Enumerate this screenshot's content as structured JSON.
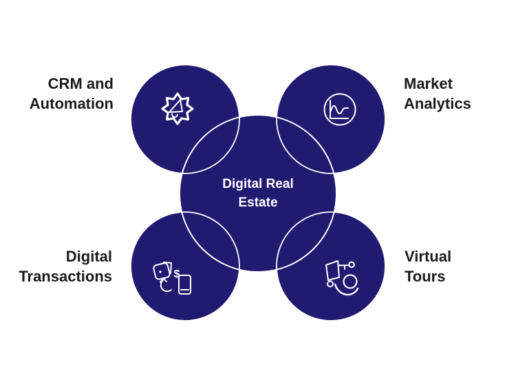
{
  "title": "Digital Real Estate",
  "colors": {
    "background": "#ffffff",
    "circle_fill": "#201b71",
    "circle_outline": "#ffffff",
    "label_text": "#1a1a1a",
    "center_text": "#ffffff",
    "icon_stroke": "#ffffff"
  },
  "center": {
    "label": "Digital Real\nEstate"
  },
  "nodes": [
    {
      "id": "crm-automation",
      "label": "CRM and\nAutomation",
      "icon": "gear-megaphone-icon",
      "position": "top-left"
    },
    {
      "id": "market-analytics",
      "label": "Market\nAnalytics",
      "icon": "line-chart-circle-icon",
      "position": "top-right"
    },
    {
      "id": "digital-transactions",
      "label": "Digital\nTransactions",
      "icon": "money-device-exchange-icon",
      "position": "bottom-left"
    },
    {
      "id": "virtual-tours",
      "label": "Virtual\nTours",
      "icon": "vr-person-icon",
      "position": "bottom-right"
    }
  ],
  "icons": {
    "dollar_glyph": "$"
  }
}
